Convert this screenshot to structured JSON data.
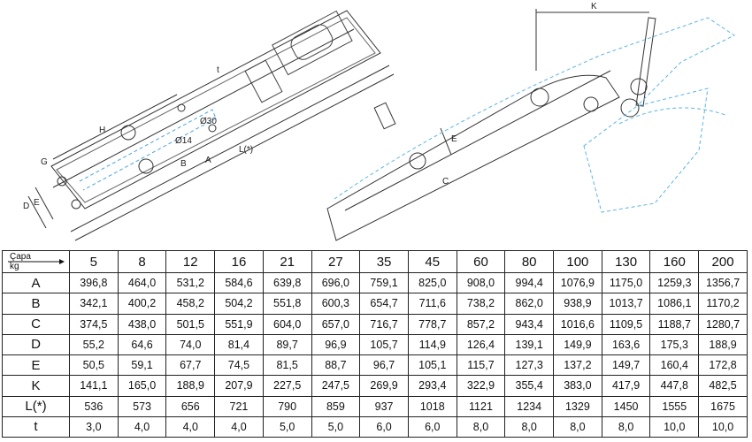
{
  "drawing_labels": {
    "left": [
      "H",
      "G",
      "D",
      "E",
      "B",
      "A",
      "L(*)",
      "t",
      "Ø14",
      "Ø30"
    ],
    "right": [
      "K",
      "E",
      "C"
    ]
  },
  "table": {
    "corner_top": "Çapa",
    "corner_bottom": "kg",
    "columns": [
      "5",
      "8",
      "12",
      "16",
      "21",
      "27",
      "35",
      "45",
      "60",
      "80",
      "100",
      "130",
      "160",
      "200"
    ],
    "rows": [
      {
        "label": "A",
        "values": [
          "396,8",
          "464,0",
          "531,2",
          "584,6",
          "639,8",
          "696,0",
          "759,1",
          "825,0",
          "908,0",
          "994,4",
          "1076,9",
          "1175,0",
          "1259,3",
          "1356,7"
        ]
      },
      {
        "label": "B",
        "values": [
          "342,1",
          "400,2",
          "458,2",
          "504,2",
          "551,8",
          "600,3",
          "654,7",
          "711,6",
          "738,2",
          "862,0",
          "938,9",
          "1013,7",
          "1086,1",
          "1170,2"
        ]
      },
      {
        "label": "C",
        "values": [
          "374,5",
          "438,0",
          "501,5",
          "551,9",
          "604,0",
          "657,0",
          "716,7",
          "778,7",
          "857,2",
          "943,4",
          "1016,6",
          "1109,5",
          "1188,7",
          "1280,7"
        ]
      },
      {
        "label": "D",
        "values": [
          "55,2",
          "64,6",
          "74,0",
          "81,4",
          "89,7",
          "96,9",
          "105,7",
          "114,9",
          "126,4",
          "139,1",
          "149,9",
          "163,6",
          "175,3",
          "188,9"
        ]
      },
      {
        "label": "E",
        "values": [
          "50,5",
          "59,1",
          "67,7",
          "74,5",
          "81,5",
          "88,7",
          "96,7",
          "105,1",
          "115,7",
          "127,3",
          "137,2",
          "149,7",
          "160,4",
          "172,8"
        ]
      },
      {
        "label": "K",
        "values": [
          "141,1",
          "165,0",
          "188,9",
          "207,9",
          "227,5",
          "247,5",
          "269,9",
          "293,4",
          "322,9",
          "355,4",
          "383,0",
          "417,9",
          "447,8",
          "482,5"
        ]
      },
      {
        "label": "L(*)",
        "values": [
          "536",
          "573",
          "656",
          "721",
          "790",
          "859",
          "937",
          "1018",
          "1121",
          "1234",
          "1329",
          "1450",
          "1555",
          "1675"
        ]
      },
      {
        "label": "t",
        "values": [
          "3,0",
          "4,0",
          "4,0",
          "4,0",
          "5,0",
          "5,0",
          "6,0",
          "6,0",
          "8,0",
          "8,0",
          "8,0",
          "8,0",
          "10,0",
          "10,0"
        ]
      }
    ]
  }
}
